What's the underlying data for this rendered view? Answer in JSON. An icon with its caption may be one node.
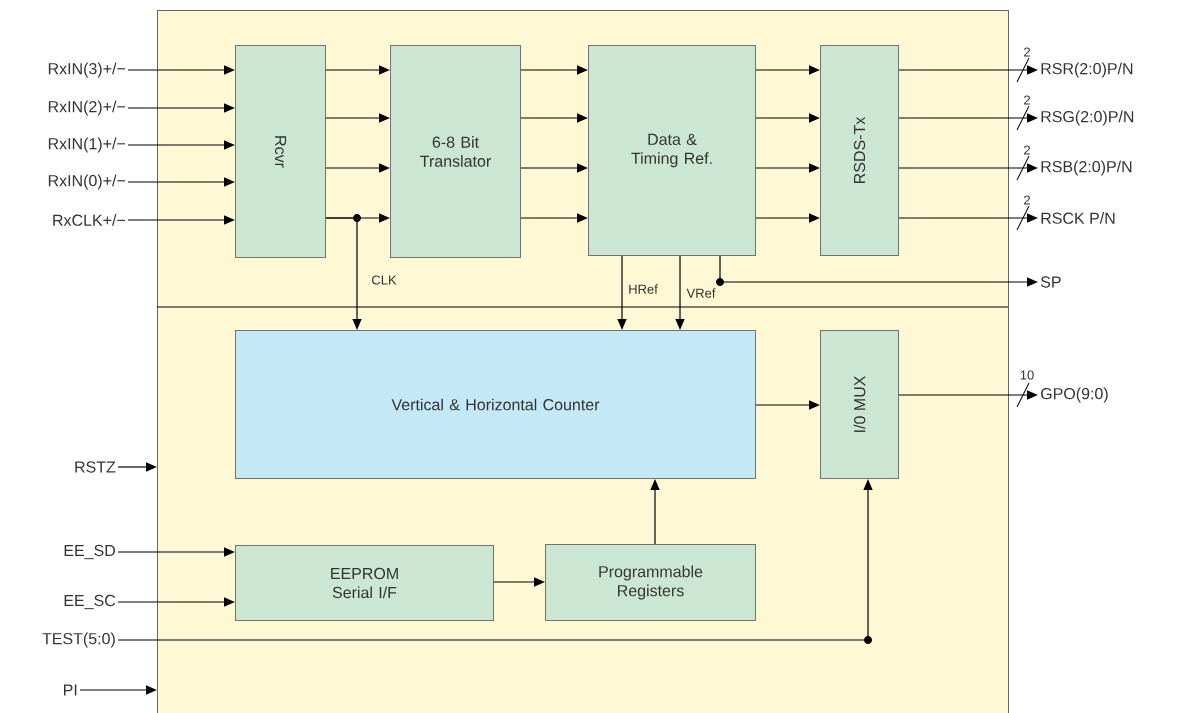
{
  "diagram": {
    "nodes": [
      {
        "text": [],
        "shape": "box"
      },
      {
        "text": [
          "Rcvr"
        ],
        "in": 0
      },
      {
        "text": [
          "6-8 Bit Translator"
        ],
        "in": 0
      },
      {
        "text": [
          "Data & Timing Ref."
        ],
        "in": 0
      },
      {
        "text": [
          "RSDS-Tx"
        ],
        "in": 0
      },
      {
        "text": [
          "Vertical & Horizontal Counter"
        ],
        "in": 0
      },
      {
        "text": [
          "I/0 MUX"
        ],
        "in": 0
      },
      {
        "text": [
          "EEPROM Serial I/F"
        ],
        "in": 0
      },
      {
        "text": [
          "Programmable Registers"
        ],
        "in": 0
      },
      {
        "text": [
          "RxIN(3)+/−"
        ]
      },
      {
        "text": [
          "RxIN(2)+/−"
        ]
      },
      {
        "text": [
          "RxIN(1)+/−"
        ]
      },
      {
        "text": [
          "RxIN(0)+/−"
        ]
      },
      {
        "text": [
          "RxCLK+/−"
        ]
      },
      {
        "text": [
          "RSR(2:0)P/N"
        ]
      },
      {
        "text": [
          "RSG(2:0)P/N"
        ]
      },
      {
        "text": [
          "RSB(2:0)P/N"
        ]
      },
      {
        "text": [
          "RSCK P/N"
        ]
      },
      {
        "text": [
          "SP"
        ]
      },
      {
        "text": [
          "GPO(9:0)"
        ]
      },
      {
        "text": [
          "RSTZ"
        ]
      },
      {
        "text": [
          "EE_SD"
        ]
      },
      {
        "text": [
          "EE_SC"
        ]
      },
      {
        "text": [
          "TEST(5:0)"
        ]
      },
      {
        "text": [
          "PI"
        ]
      }
    ],
    "edges": [
      {
        "from": 9,
        "to": 1,
        "arrow": "to"
      },
      {
        "from": 10,
        "to": 1,
        "arrow": "to"
      },
      {
        "from": 11,
        "to": 1,
        "arrow": "to"
      },
      {
        "from": 12,
        "to": 1,
        "arrow": "to"
      },
      {
        "from": 13,
        "to": 1,
        "arrow": "to"
      },
      {
        "from": 1,
        "to": 2,
        "arrow": "to"
      },
      {
        "from": 1,
        "to": 2,
        "arrow": "to"
      },
      {
        "from": 1,
        "to": 2,
        "arrow": "to"
      },
      {
        "from": 1,
        "to": 2,
        "arrow": "to"
      },
      {
        "from": 2,
        "to": 3,
        "arrow": "to"
      },
      {
        "from": 2,
        "to": 3,
        "arrow": "to"
      },
      {
        "from": 2,
        "to": 3,
        "arrow": "to"
      },
      {
        "from": 2,
        "to": 3,
        "arrow": "to"
      },
      {
        "from": 3,
        "to": 4,
        "arrow": "to"
      },
      {
        "from": 3,
        "to": 4,
        "arrow": "to"
      },
      {
        "from": 3,
        "to": 4,
        "arrow": "to"
      },
      {
        "from": 3,
        "to": 4,
        "arrow": "to"
      },
      {
        "from": 4,
        "to": 14,
        "arrow": "to",
        "label": "2"
      },
      {
        "from": 4,
        "to": 15,
        "arrow": "to",
        "label": "2"
      },
      {
        "from": 4,
        "to": 16,
        "arrow": "to",
        "label": "2"
      },
      {
        "from": 4,
        "to": 17,
        "arrow": "to",
        "label": "2"
      },
      {
        "from": 1,
        "to": 5,
        "arrow": "to",
        "label": "CLK"
      },
      {
        "from": 3,
        "to": 5,
        "arrow": "to",
        "label": "HRef"
      },
      {
        "from": 3,
        "to": 5,
        "arrow": "to",
        "label": "VRef"
      },
      {
        "from": 3,
        "to": 18,
        "arrow": "to"
      },
      {
        "from": 5,
        "to": 6,
        "arrow": "to"
      },
      {
        "from": 6,
        "to": 19,
        "arrow": "to",
        "label": "10"
      },
      {
        "from": 8,
        "to": 5,
        "arrow": "to"
      },
      {
        "from": 7,
        "to": 8,
        "arrow": "to"
      },
      {
        "from": 21,
        "to": 7,
        "arrow": "to"
      },
      {
        "from": 22,
        "to": 7,
        "arrow": "to"
      },
      {
        "from": 23,
        "to": 6,
        "arrow": "to"
      },
      {
        "from": 20,
        "to": 0,
        "arrow": "to"
      },
      {
        "from": 24,
        "to": 0,
        "arrow": "to"
      }
    ]
  }
}
